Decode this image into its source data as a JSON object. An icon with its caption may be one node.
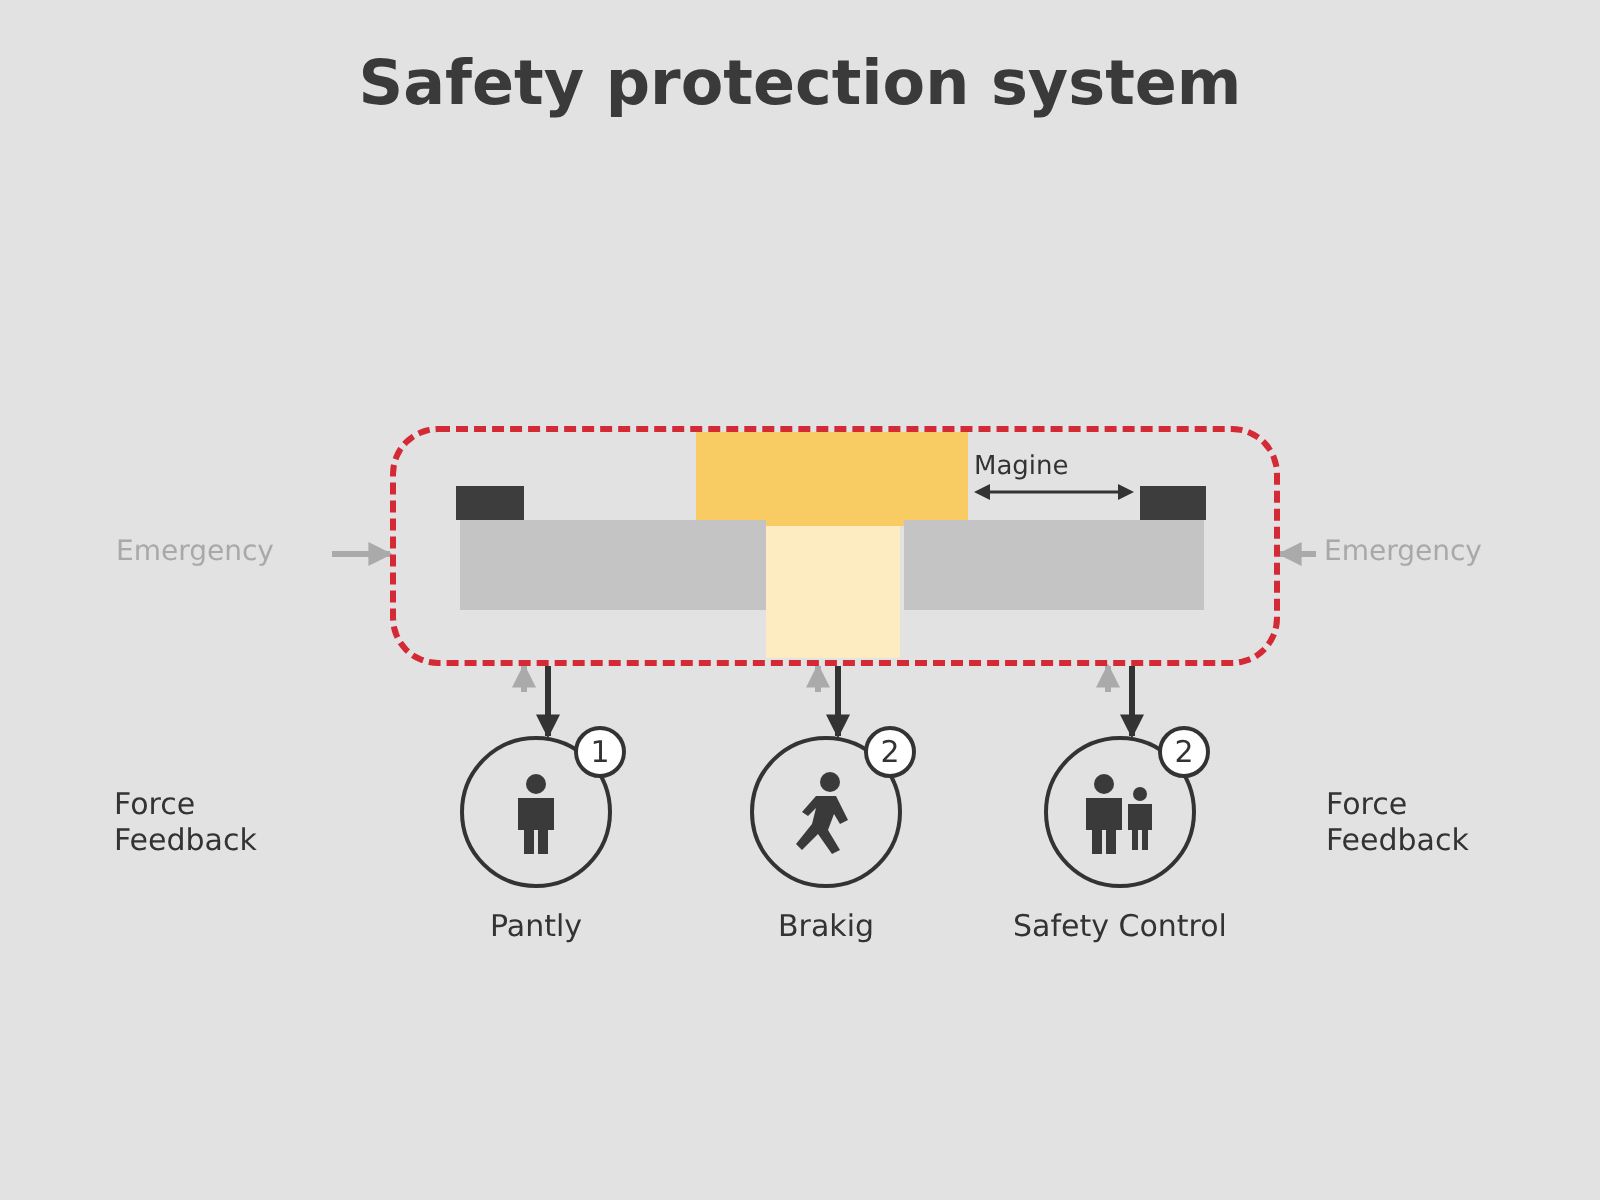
{
  "diagram": {
    "title": "Safety protection system",
    "nodes": [
      {
        "text": [],
        "shape": "box"
      },
      {
        "text": [
          "Emergency"
        ]
      },
      {
        "text": [
          "Emergency"
        ]
      },
      {
        "text": [
          "1",
          "Pantly"
        ]
      },
      {
        "text": [
          "2",
          "Brakig"
        ]
      },
      {
        "text": [
          "2",
          "Safety Control"
        ]
      }
    ],
    "edges": [
      {
        "from": 1,
        "to": 0,
        "arrow": "to"
      },
      {
        "from": 2,
        "to": 0,
        "arrow": "to"
      },
      {
        "from": null,
        "to": 0,
        "arrow": "to"
      },
      {
        "from": null,
        "to": 0,
        "arrow": "to"
      },
      {
        "from": null,
        "to": 0,
        "arrow": "to"
      },
      {
        "from": 0,
        "to": 3,
        "arrow": "to",
        "color": "#333333"
      },
      {
        "from": 0,
        "to": 4,
        "arrow": "to",
        "color": "#333333"
      },
      {
        "from": 0,
        "to": 5,
        "arrow": "to",
        "color": "#333333"
      }
    ],
    "labels": [
      "Magine",
      "Force Feedback",
      "Force Feedback"
    ]
  }
}
